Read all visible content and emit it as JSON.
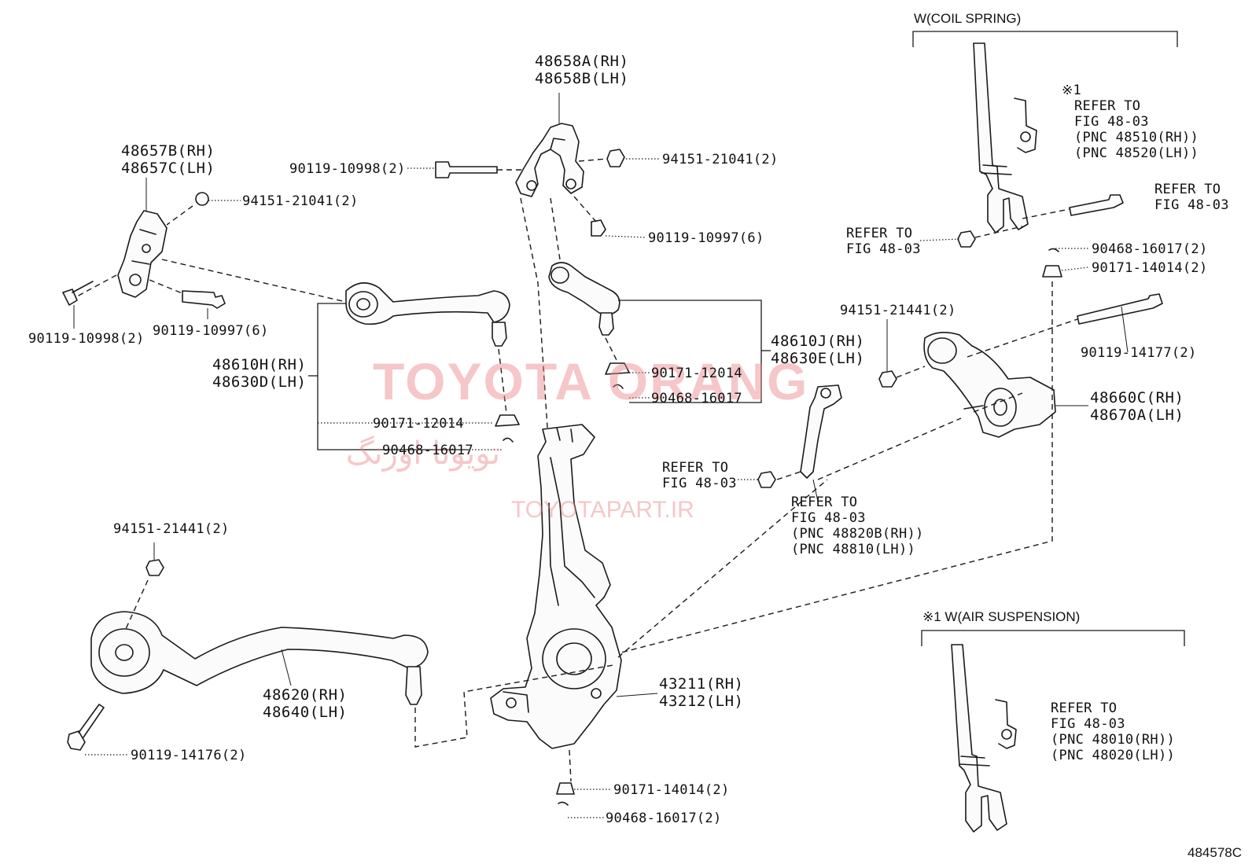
{
  "figure_number": "484578C",
  "sections": {
    "coil_spring": "W(COIL SPRING)",
    "air_suspension": "※1 W(AIR SUSPENSION)"
  },
  "watermark": {
    "brand": "TOYOTA ORANG",
    "persian": "تویوتا اورنگ",
    "url": "TOYOTAPART.IR"
  },
  "callouts": {
    "p48658": [
      "48658A(RH)",
      "48658B(LH)"
    ],
    "p48657": [
      "48657B(RH)",
      "48657C(LH)"
    ],
    "p48610_h": [
      "48610H(RH)",
      "48630D(LH)"
    ],
    "p48610_j": [
      "48610J(RH)",
      "48630E(LH)"
    ],
    "p48660": [
      "48660C(RH)",
      "48670A(LH)"
    ],
    "p48620": [
      "48620(RH)",
      "48640(LH)"
    ],
    "p43211": [
      "43211(RH)",
      "43212(LH)"
    ]
  },
  "labels": {
    "bolt_top_left": "90119-10998(2)",
    "nut_top_right": "94151-21041(2)",
    "bolt_top_lower": "90119-10997(6)",
    "nut_left_bracket": "94151-21041(2)",
    "bolt_left_bracket": "90119-10998(2)",
    "bolt_left_bracket_2": "90119-10997(6)",
    "nut_mid_upper": "90171-12014",
    "pin_mid_upper": "90468-16017",
    "nut_mid_lower": "90171-12014",
    "pin_mid_lower": "90468-16017",
    "nut_lower_arm": "94151-21441(2)",
    "bolt_lower_arm": "90119-14176(2)",
    "nut_knuckle_bottom": "90171-14014(2)",
    "pin_knuckle_bottom": "90468-16017(2)",
    "nut_tension": "94151-21441(2)",
    "bolt_tension": "90119-14177(2)",
    "pin_right": "90468-16017(2)",
    "nut_right": "90171-14014(2)"
  },
  "refer_blocks": {
    "spring_note": [
      "※1",
      "REFER TO",
      "FIG 48-03",
      "(PNC 48510(RH))",
      "(PNC 48520(LH))"
    ],
    "spring_bolt": [
      "REFER TO",
      "FIG 48-03"
    ],
    "spring_nut": [
      "REFER TO",
      "FIG 48-03"
    ],
    "stabilizer_nut": [
      "REFER TO",
      "FIG 48-03"
    ],
    "stabilizer_link": [
      "REFER TO",
      "FIG 48-03",
      "(PNC 48820B(RH))",
      "(PNC 48810(LH))"
    ],
    "air_note": [
      "REFER TO",
      "FIG 48-03",
      "(PNC 48010(RH))",
      "(PNC 48020(LH))"
    ]
  }
}
